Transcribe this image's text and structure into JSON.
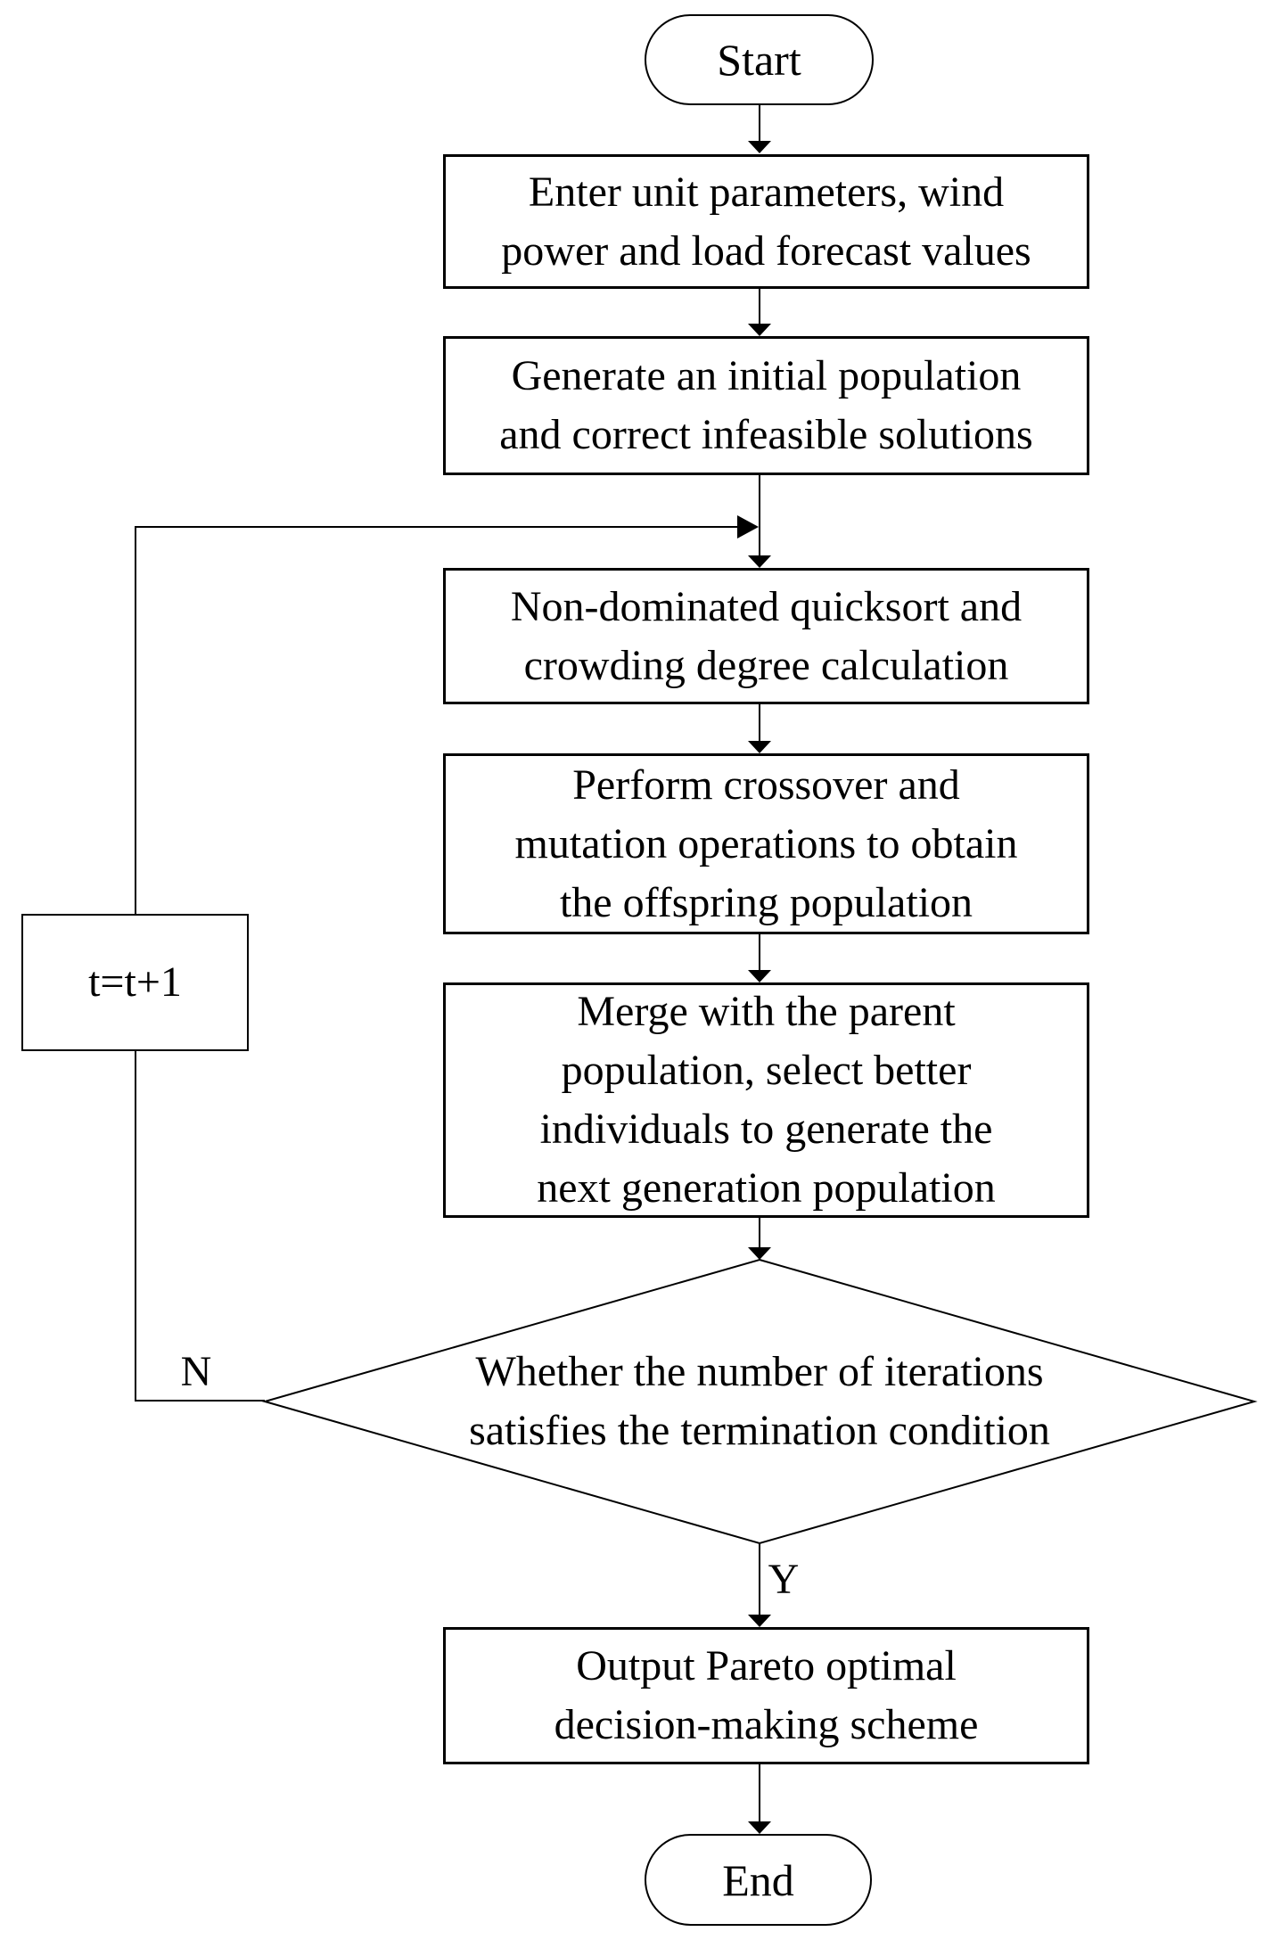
{
  "flowchart": {
    "nodes": {
      "start": "Start",
      "enter": "Enter unit parameters, wind\npower and load forecast values",
      "generate": "Generate an initial population\nand correct infeasible solutions",
      "sort": "Non-dominated quicksort and\ncrowding degree calculation",
      "crossover": "Perform crossover and\nmutation operations to obtain\nthe offspring population",
      "merge": "Merge with the parent\npopulation, select better\nindividuals to generate the\nnext generation population",
      "decision": "Whether the number of iterations\nsatisfies the termination condition",
      "increment": "t=t+1",
      "output": "Output Pareto optimal\ndecision-making scheme",
      "end": "End"
    },
    "edges": {
      "no_label": "N",
      "yes_label": "Y"
    },
    "colors": {
      "stroke": "#000000",
      "fill": "#ffffff",
      "text": "#000000"
    }
  }
}
